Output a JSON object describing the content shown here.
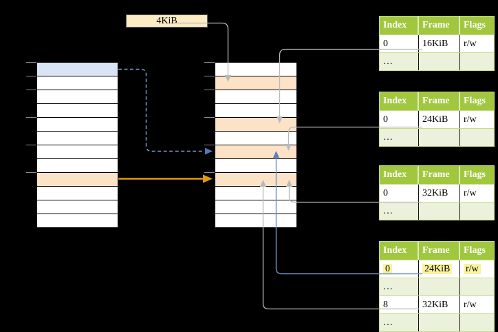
{
  "size_label": {
    "text": "4KiB"
  },
  "virtual_memory": {
    "rows": [
      "blue",
      "white",
      "white",
      "white",
      "white",
      "white",
      "white",
      "white",
      "orange",
      "white",
      "white",
      "white"
    ]
  },
  "physical_memory": {
    "rows": [
      "white",
      "orange",
      "white",
      "white",
      "orange",
      "white",
      "orange",
      "white",
      "orange",
      "white",
      "white",
      "white"
    ]
  },
  "page_tables": [
    {
      "header": [
        "Index",
        "Frame",
        "Flags"
      ],
      "rows": [
        {
          "index": "0",
          "frame": "16KiB",
          "flags": "r/w"
        },
        {
          "index": "…",
          "frame": "",
          "flags": ""
        }
      ]
    },
    {
      "header": [
        "Index",
        "Frame",
        "Flags"
      ],
      "rows": [
        {
          "index": "0",
          "frame": "24KiB",
          "flags": "r/w"
        },
        {
          "index": "…",
          "frame": "",
          "flags": ""
        }
      ]
    },
    {
      "header": [
        "Index",
        "Frame",
        "Flags"
      ],
      "rows": [
        {
          "index": "0",
          "frame": "32KiB",
          "flags": "r/w"
        },
        {
          "index": "…",
          "frame": "",
          "flags": ""
        }
      ]
    },
    {
      "header": [
        "Index",
        "Frame",
        "Flags"
      ],
      "rows": [
        {
          "index": "0",
          "frame": "24KiB",
          "flags": "r/w",
          "highlighted": true
        },
        {
          "index": "…",
          "frame": "",
          "flags": ""
        },
        {
          "index": "8",
          "frame": "32KiB",
          "flags": "r/w"
        },
        {
          "index": "…",
          "frame": "",
          "flags": ""
        }
      ]
    }
  ],
  "colors": {
    "table_header_green": "#a1c73e",
    "table_alt_row_green": "#ebf1da",
    "table_border_green": "#c6db85",
    "highlight_yellow": "#fbf39c",
    "mapped_page_blue": "#d9e4f6",
    "used_frame_orange": "#fce3c8",
    "label_cream": "#fcebc3",
    "arrow_gray": "#b9b9b9",
    "arrow_orange": "#e09a0c",
    "arrow_blue": "#5b80ba",
    "arrow_blue_dashed": "#7ea3d7"
  }
}
